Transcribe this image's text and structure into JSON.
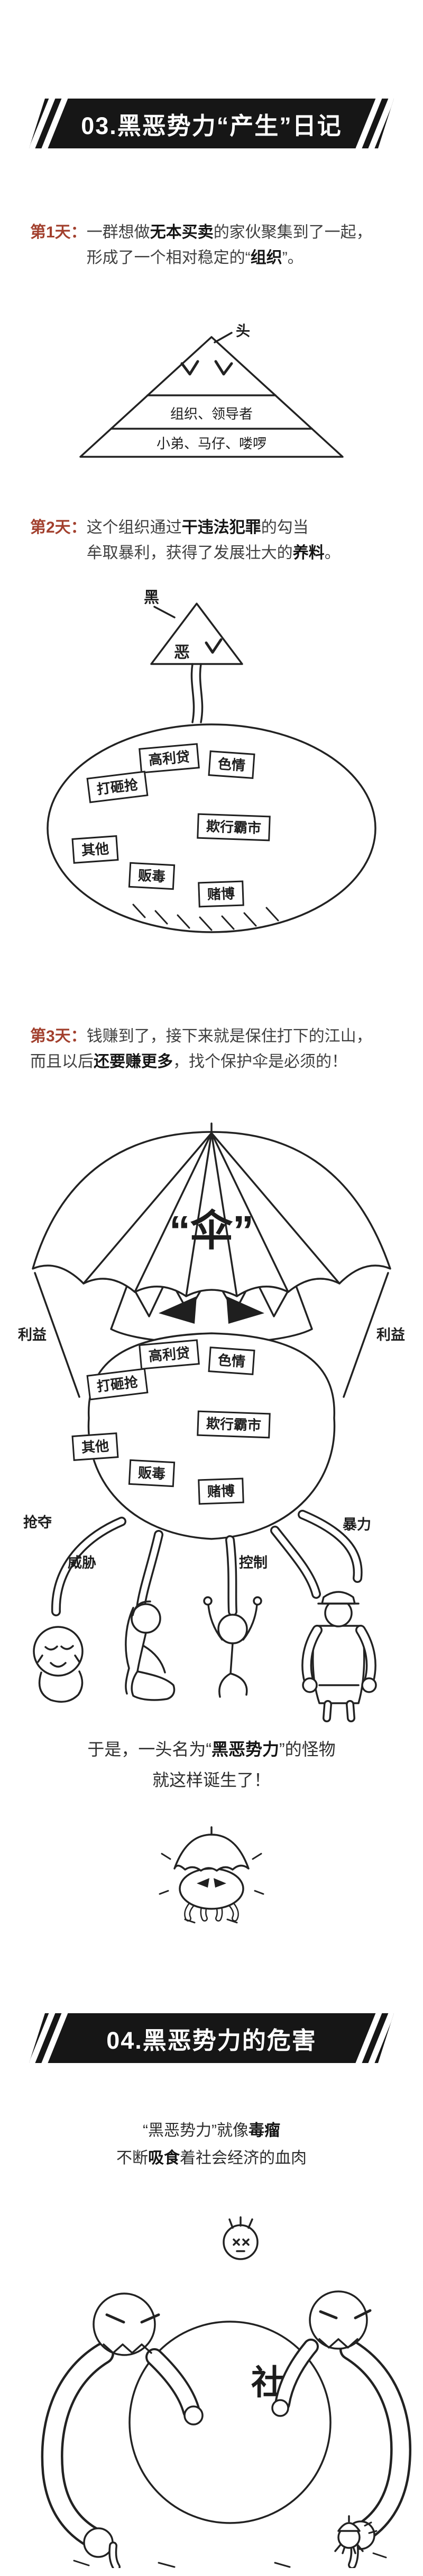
{
  "colors": {
    "ink": "#161616",
    "accent_red": "#a2402e",
    "paper": "#ffffff"
  },
  "banner3": {
    "text": "03.黑恶势力“产生”日记"
  },
  "banner4": {
    "text": "04.黑恶势力的危害"
  },
  "day1": {
    "label": "第1天：",
    "l1a": "一群想做",
    "l1b": "无本买卖",
    "l1c": "的家伙聚集到了一起，",
    "l2a": "形成了一个相对稳定的“",
    "l2b": "组织",
    "l2c": "”。"
  },
  "day2": {
    "label": "第2天：",
    "l1a": "这个组织通过",
    "l1b": "干违法犯罪",
    "l1c": "的勾当",
    "l2a": "牟取暴利，获得了发展壮大的",
    "l2b": "养料",
    "l2c": "。"
  },
  "day3": {
    "label": "第3天：",
    "l1": "钱赚到了，接下来就是保住打下的江山，",
    "l2a": "而且以后",
    "l2b": "还要赚更多",
    "l2c": "，找个保护伞是必须的！"
  },
  "pyramid": {
    "top": "头",
    "middle": "组织、领导者",
    "bottom": "小弟、马仔、喽啰"
  },
  "feed": {
    "black": "黑",
    "evil": "恶"
  },
  "crimes": [
    "高利贷",
    "色情",
    "打砸抢",
    "欺行霸市",
    "其他",
    "贩毒",
    "赌博"
  ],
  "monster": {
    "umbrella": "“伞”",
    "left_interest": "利益",
    "right_interest": "利益",
    "grab": "抢夺",
    "threaten": "威胁",
    "control": "控制",
    "violence": "暴力"
  },
  "conclusion": {
    "l1a": "于是，一头名为“",
    "l1b": "黑恶势力",
    "l1c": "”的怪物",
    "l2": "就这样诞生了！"
  },
  "harm": {
    "l1a": "“黑恶势力”就像",
    "l1b": "毒瘤",
    "l2a": "不断",
    "l2b": "吸食",
    "l2c": "着社会经济的血肉"
  },
  "society": {
    "label": "社"
  }
}
